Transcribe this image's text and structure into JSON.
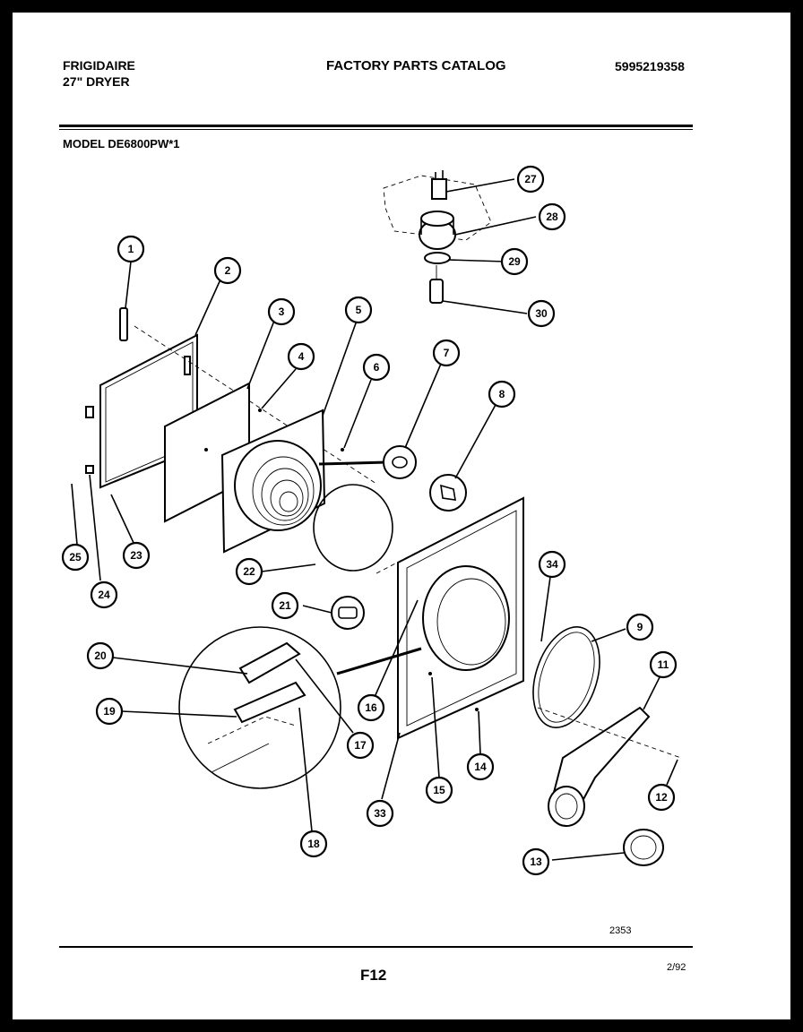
{
  "header": {
    "brand": "FRIGIDAIRE",
    "product": "27\" DRYER",
    "title": "FACTORY PARTS CATALOG",
    "catalog_number": "5995219358"
  },
  "model": "MODEL DE6800PW*1",
  "diagram": {
    "drawing_number": "2353",
    "callouts": [
      "1",
      "2",
      "3",
      "4",
      "5",
      "6",
      "7",
      "8",
      "9",
      "11",
      "12",
      "13",
      "14",
      "15",
      "16",
      "17",
      "18",
      "19",
      "20",
      "21",
      "22",
      "23",
      "24",
      "25",
      "27",
      "28",
      "29",
      "30",
      "33",
      "34"
    ]
  },
  "footer": {
    "page": "F12",
    "date": "2/92"
  }
}
